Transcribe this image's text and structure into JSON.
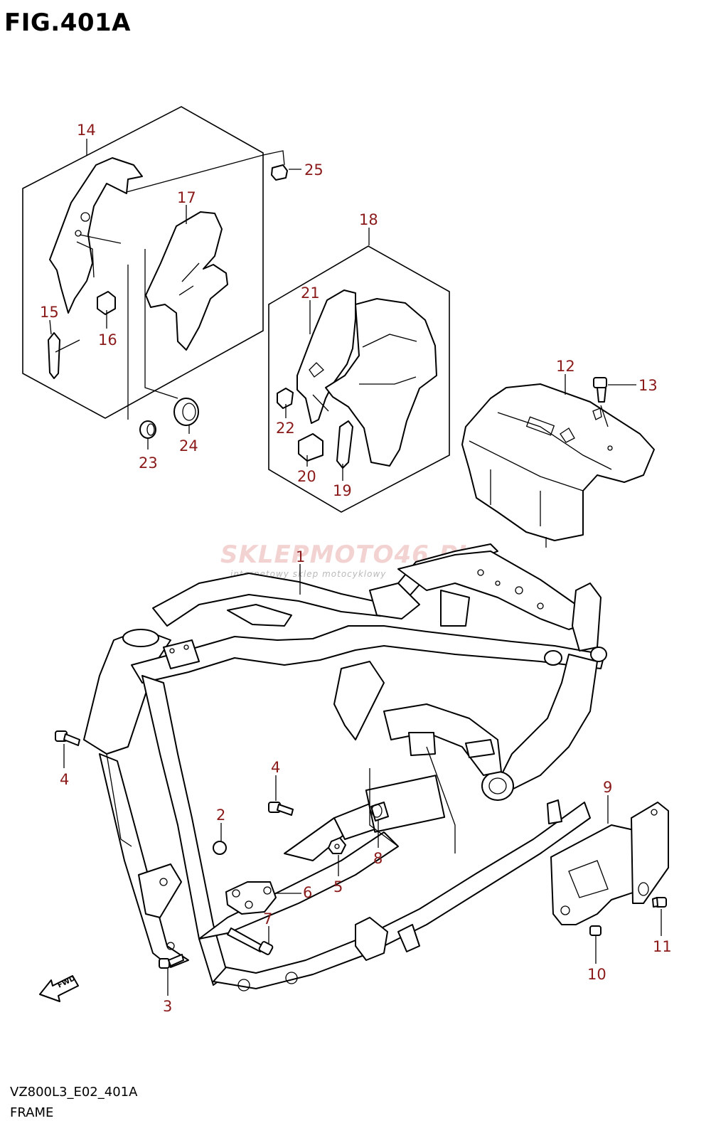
{
  "figure": {
    "title": "FIG.401A",
    "code": "VZ800L3_E02_401A",
    "name": "FRAME"
  },
  "watermark": {
    "brand": "SKLEPMOTO46.PL",
    "tagline": "internetowy sklep motocyklowy"
  },
  "fwd_label": "FWD",
  "callouts": [
    "1",
    "2",
    "3",
    "4",
    "4",
    "5",
    "6",
    "7",
    "8",
    "9",
    "10",
    "11",
    "12",
    "13",
    "14",
    "15",
    "16",
    "17",
    "18",
    "19",
    "20",
    "21",
    "22",
    "23",
    "24",
    "25"
  ]
}
